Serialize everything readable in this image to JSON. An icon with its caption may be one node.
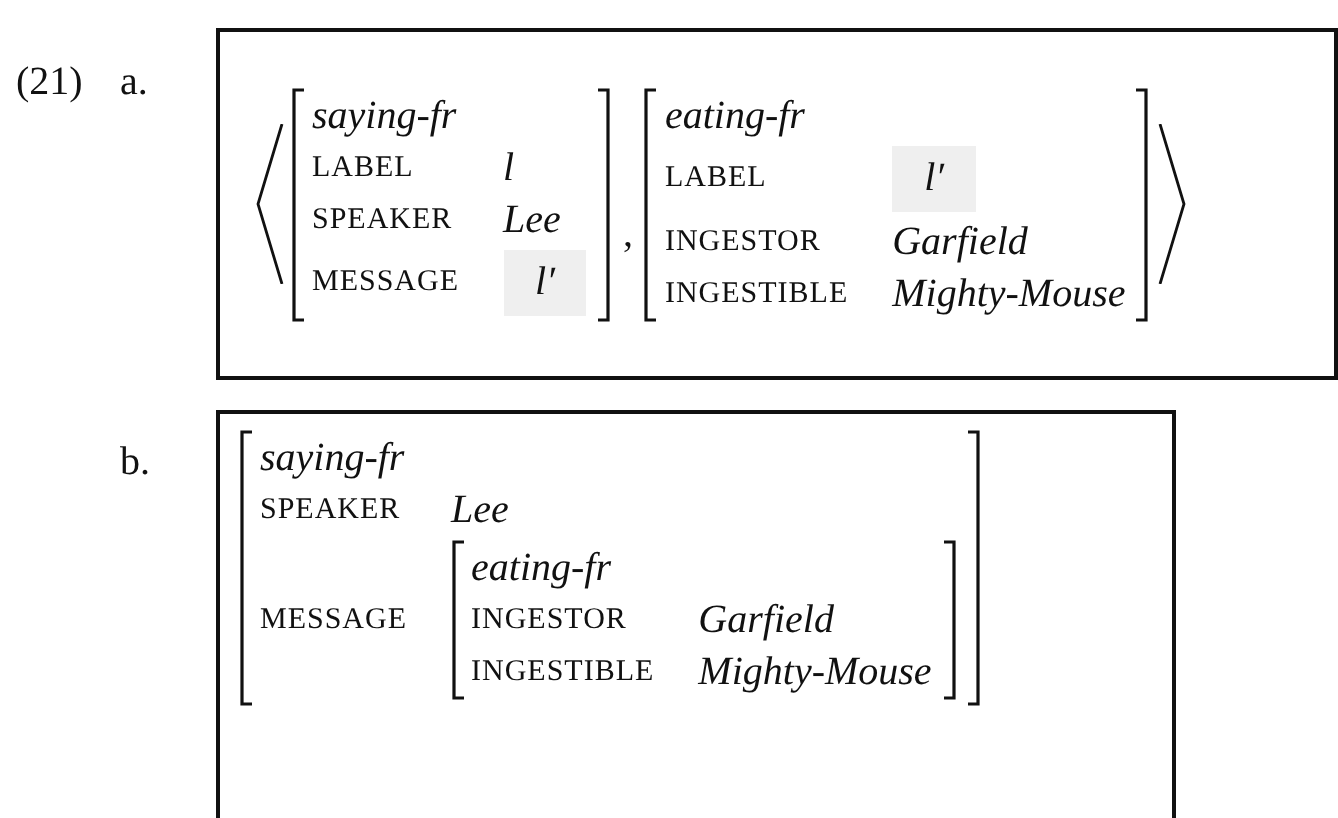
{
  "diagram": {
    "nodes": [
      {
        "text": [],
        "shape": "box"
      },
      {
        "text": [
          "saying-fr",
          "LABEL",
          "l",
          "SPEAKER",
          "Lee",
          "MESSAGE"
        ],
        "in": 0
      },
      {
        "text": [
          "l′"
        ],
        "in": 1
      },
      {
        "text": [
          "eating-fr",
          "LABEL",
          "INGESTOR",
          "Garfield",
          "INGESTIBLE",
          "Mighty-Mouse"
        ],
        "in": 0
      },
      {
        "text": [
          "l′"
        ],
        "in": 3
      },
      {
        "text": [],
        "shape": "box"
      },
      {
        "text": [
          "saying-fr",
          "SPEAKER",
          "Lee",
          "MESSAGE"
        ],
        "in": 5
      },
      {
        "text": [
          "eating-fr",
          "INGESTOR",
          "Garfield",
          "INGESTIBLE",
          "Mighty-Mouse"
        ],
        "in": 6
      }
    ],
    "edges": [],
    "labels": [
      "(21)",
      "a.",
      ",",
      "b."
    ]
  }
}
